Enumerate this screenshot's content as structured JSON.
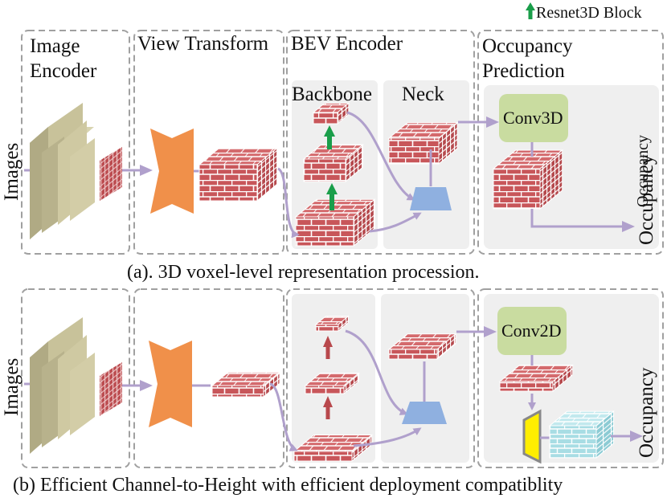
{
  "legend": {
    "resnet3d_label": "Resnet3D Block"
  },
  "panel_a": {
    "stage_image_encoder": "Image\nEncoder",
    "stage_view_transform": "View Transform",
    "stage_bev_encoder": "BEV Encoder",
    "stage_occupancy_prediction": "Occupancy\nPrediction",
    "backbone_label": "Backbone",
    "neck_label": "Neck",
    "conv_label": "Conv3D",
    "input_label": "Images",
    "output_label": "Occupancy",
    "caption": "(a). 3D voxel-level representation procession."
  },
  "panel_b": {
    "conv_label": "Conv2D",
    "input_label": "Images",
    "output_label": "Occupancy",
    "caption": "(b) Efficient Channel-to-Height with efficient deployment compatiblity"
  },
  "colors": {
    "brick": "#c8565a",
    "mortar": "#ffffff",
    "view_transform": "#f0904a",
    "neck_fuse": "#8fb0e0",
    "conv_box": "#c9dca0",
    "occupancy_cube": "#a8dde4",
    "channel_to_height": "#ffee00",
    "arrow": "#b0a0cc",
    "resnet_arrow": "#1a9e4a",
    "plain_arrow": "#b8484c",
    "feature_slab": "#c8c29a",
    "dash_border": "#a0a0a0"
  }
}
